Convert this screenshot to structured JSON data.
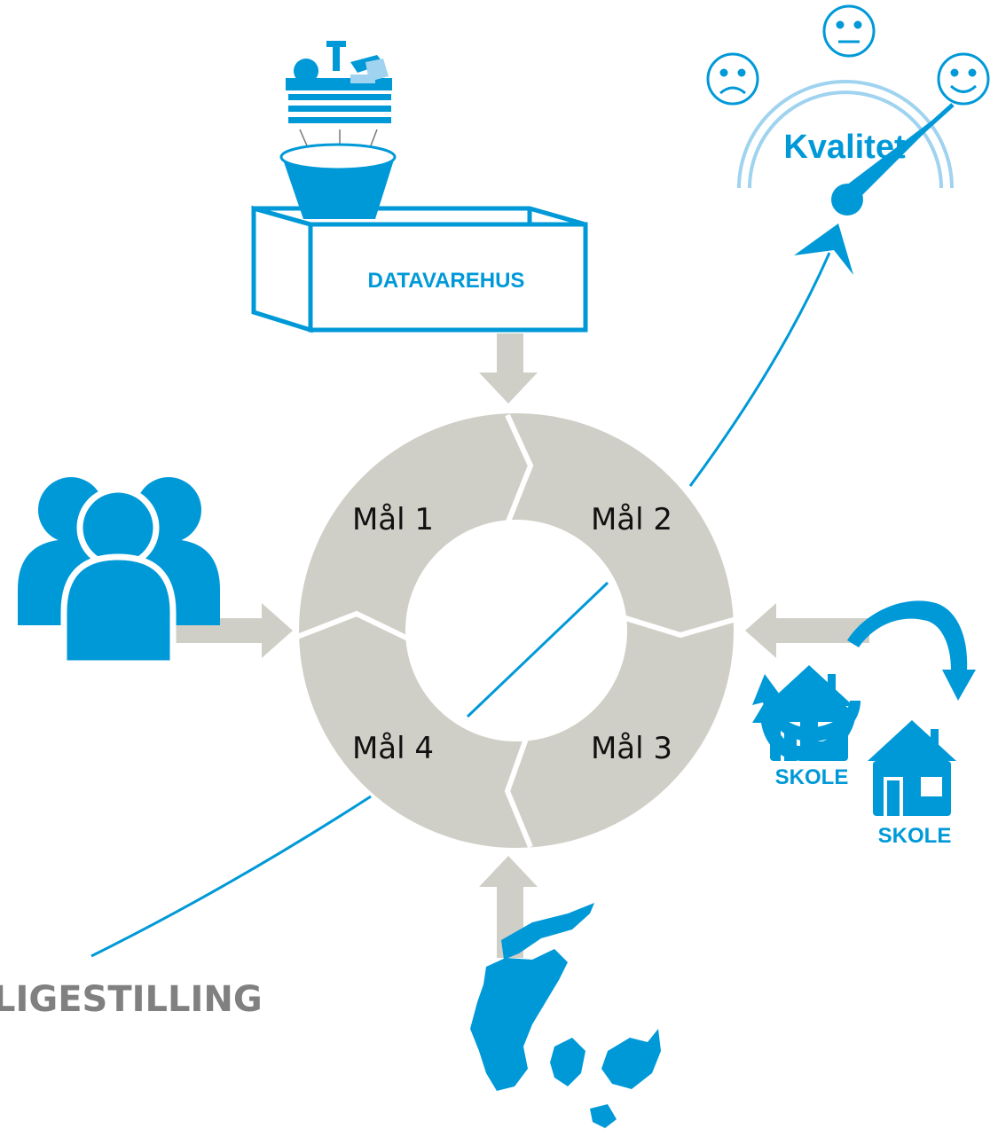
{
  "diagram": {
    "center_ring": {
      "goals": [
        "Mål 1",
        "Mål 2",
        "Mål 3",
        "Mål 4"
      ]
    },
    "datawarehouse": {
      "label": "DATAVAREHUS"
    },
    "quality": {
      "label": "Kvalitet"
    },
    "schools": {
      "labels": [
        "SKOLE",
        "SKOLE"
      ]
    },
    "equality": {
      "label": "LIGESTILLING"
    },
    "colors": {
      "accent_blue": "#0099d8",
      "light_blue": "#9fd3ef",
      "ring_gray": "#d0cfc7",
      "text_gray": "#808080"
    },
    "icons": [
      "data-sources-icon",
      "funnel-icon",
      "box-icon",
      "gauge-icon",
      "smiley-sad-icon",
      "smiley-neutral-icon",
      "smiley-happy-icon",
      "people-icon",
      "house-icon",
      "cycle-arrow-icon",
      "denmark-map-icon"
    ]
  }
}
